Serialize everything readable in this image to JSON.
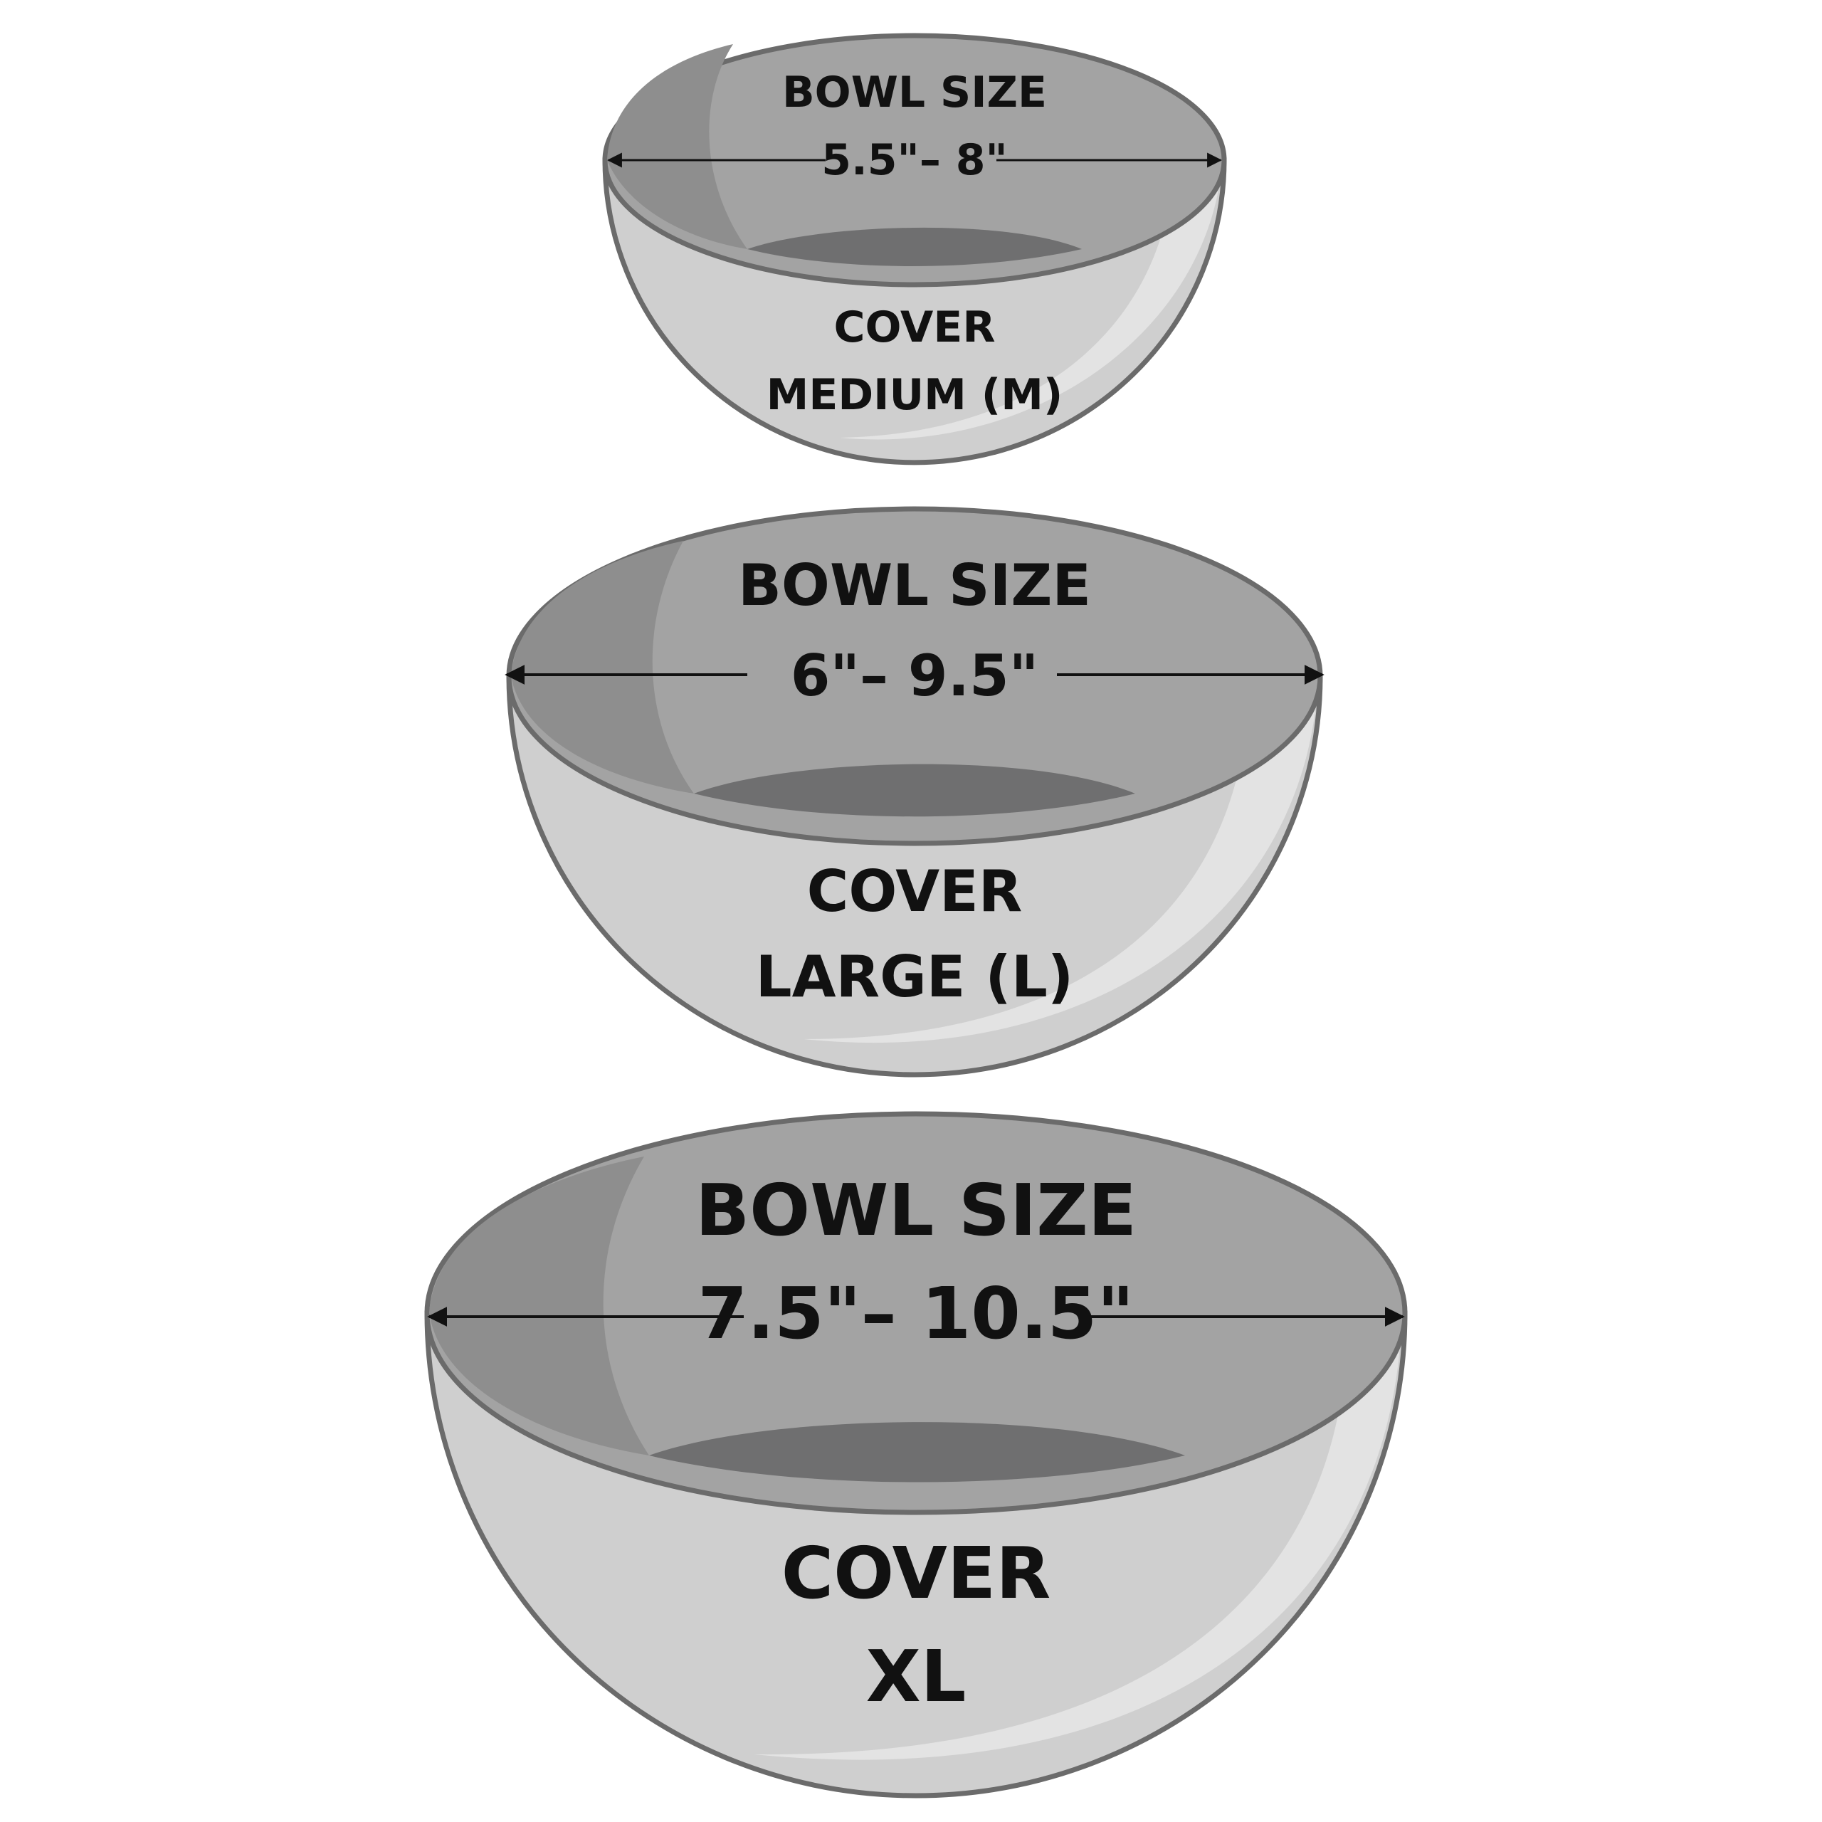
{
  "colors": {
    "background": "#ffffff",
    "rim_outline": "#6b6b6b",
    "inner_dark": "#8e8e8e",
    "inner_light": "#a3a3a3",
    "bowl_bottom": "#6f6f70",
    "outer_body": "#cfcfcf",
    "outer_highlight": "#e3e3e3",
    "text": "#111111",
    "arrow": "#111111"
  },
  "bowls": [
    {
      "id": "medium",
      "size_heading": "BOWL SIZE",
      "size_range": "5.5\"– 8\"",
      "cover_heading": "COVER",
      "cover_size": "MEDIUM (M)"
    },
    {
      "id": "large",
      "size_heading": "BOWL SIZE",
      "size_range": "6\"– 9.5\"",
      "cover_heading": "COVER",
      "cover_size": "LARGE (L)"
    },
    {
      "id": "xl",
      "size_heading": "BOWL SIZE",
      "size_range": "7.5\"– 10.5\"",
      "cover_heading": "COVER",
      "cover_size": "XL"
    }
  ]
}
